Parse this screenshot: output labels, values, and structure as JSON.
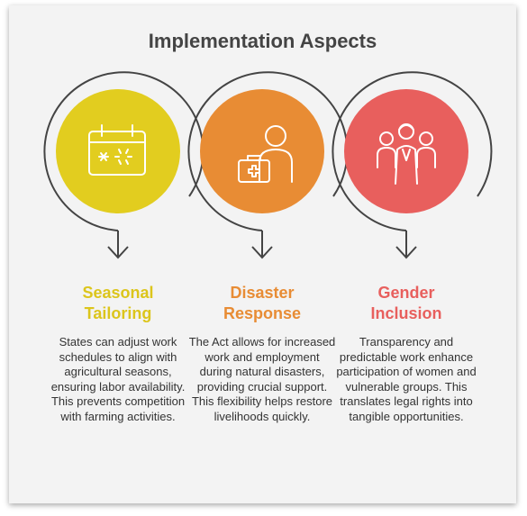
{
  "title": "Implementation Aspects",
  "colors": {
    "yellow": "#e2cd1f",
    "orange": "#e88c34",
    "red": "#e85f5d",
    "outline": "#444444"
  },
  "aspects": [
    {
      "heading_line1": "Seasonal",
      "heading_line2": "Tailoring",
      "icon": "calendar-icon",
      "color": "#dcc51b",
      "description": "States can adjust work schedules to align with agricultural seasons, ensuring labor availability. This prevents competition with farming activities."
    },
    {
      "heading_line1": "Disaster",
      "heading_line2": "Response",
      "icon": "medical-kit-person-icon",
      "color": "#e88c34",
      "description": "The Act allows for increased work and employment during natural disasters, providing crucial support. This flexibility helps restore livelihoods quickly."
    },
    {
      "heading_line1": "Gender",
      "heading_line2": "Inclusion",
      "icon": "people-group-icon",
      "color": "#e85f5d",
      "description": "Transparency and predictable work enhance participation of women and vulnerable groups. This translates legal rights into tangible opportunities."
    }
  ]
}
